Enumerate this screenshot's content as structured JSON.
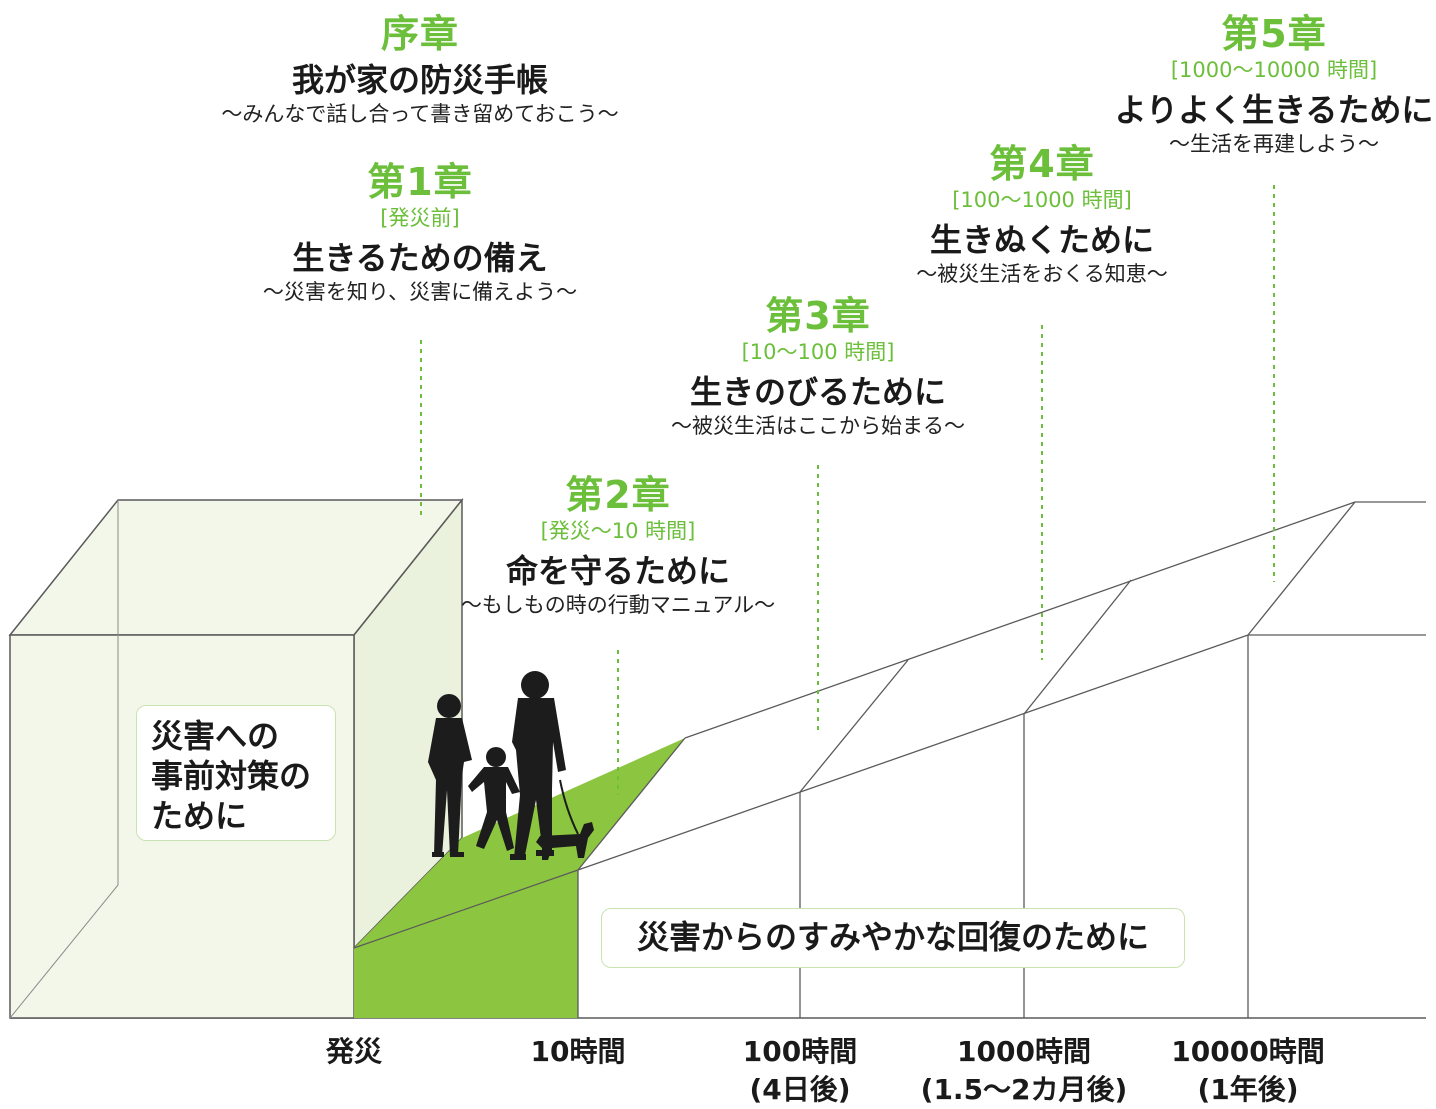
{
  "chapters": [
    {
      "chapter": "序章",
      "period": "",
      "title": "我が家の防災手帳",
      "subtitle": "〜みんなで話し合って書き留めておこう〜"
    },
    {
      "chapter": "第1章",
      "period": "[発災前]",
      "title": "生きるための備え",
      "subtitle": "〜災害を知り、災害に備えよう〜"
    },
    {
      "chapter": "第2章",
      "period": "[発災〜10 時間]",
      "title": "命を守るために",
      "subtitle": "〜もしもの時の行動マニュアル〜"
    },
    {
      "chapter": "第3章",
      "period": "[10〜100 時間]",
      "title": "生きのびるために",
      "subtitle": "〜被災生活はここから始まる〜"
    },
    {
      "chapter": "第4章",
      "period": "[100〜1000 時間]",
      "title": "生きぬくために",
      "subtitle": "〜被災生活をおくる知恵〜"
    },
    {
      "chapter": "第5章",
      "period": "[1000〜10000 時間]",
      "title": "よりよく生きるために",
      "subtitle": "〜生活を再建しよう〜"
    }
  ],
  "boxes": {
    "before": "災害への\n事前対策の\nために",
    "recovery": "災害からのすみやかな回復のために"
  },
  "axis": [
    {
      "label": "発災",
      "sub": ""
    },
    {
      "label": "10時間",
      "sub": ""
    },
    {
      "label": "100時間",
      "sub": "(4日後)"
    },
    {
      "label": "1000時間",
      "sub": "(1.5〜2カ月後)"
    },
    {
      "label": "10000時間",
      "sub": "(1年後)"
    }
  ],
  "colors": {
    "accent": "#6cbf3a",
    "green_fill": "#8cc540",
    "block_fill": "#f3f7ea",
    "line": "#5a5a5a",
    "silhouette": "#1c1c1c"
  },
  "icons": {
    "silhouette": "family-walking-dog-icon"
  }
}
